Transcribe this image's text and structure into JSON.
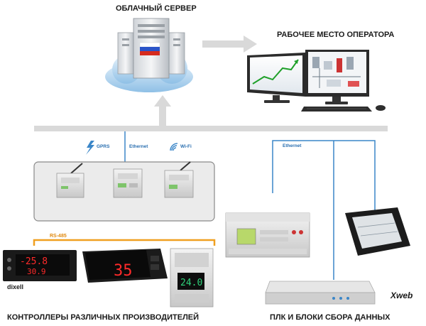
{
  "labels": {
    "cloud_server": "ОБЛАЧНЫЙ СЕРВЕР",
    "operator_workplace": "РАБОЧЕЕ МЕСТО ОПЕРАТОРА",
    "controllers": "КОНТРОЛЛЕРЫ РАЗЛИЧНЫХ ПРОИЗВОДИТЕЛЕЙ",
    "plc_units": "ПЛК И БЛОКИ СБОРА ДАННЫХ"
  },
  "protocols": {
    "gprs": "GPRS",
    "ethernet_gateway": "Ethernet",
    "wifi": "Wi-Fi",
    "ethernet_plc": "Ethernet",
    "rs485": "RS-485"
  },
  "controller_displays": {
    "dixell_top": "-25.8",
    "dixell_bottom": "30.9",
    "danfoss": "35",
    "carel": "24.0"
  },
  "brands": {
    "dixell": "dixell",
    "xweb": "Xweb"
  },
  "colors": {
    "bus_gray": "#d9d9d9",
    "ethernet_blue": "#3a86c8",
    "rs485_orange": "#f0a020",
    "display_red": "#ff2a2a",
    "display_green": "#2fd07a"
  }
}
